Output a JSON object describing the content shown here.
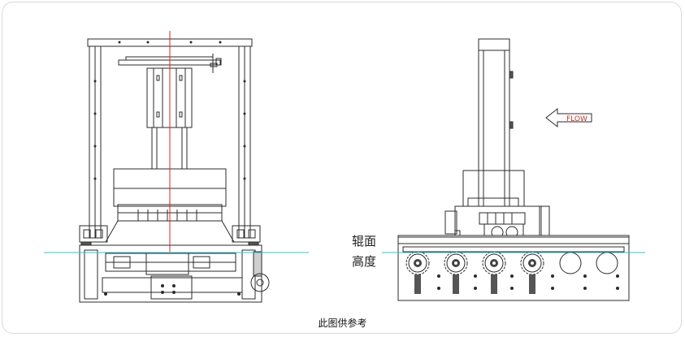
{
  "labels": {
    "roll_height_line1": "辊面",
    "roll_height_line2": "高度",
    "flow": "FLOW",
    "caption": "此图供参考"
  },
  "colors": {
    "line": "#2b2b2b",
    "reference_line": "#29c6d6",
    "center_line": "#e02020",
    "flow_text": "#c0392b"
  }
}
